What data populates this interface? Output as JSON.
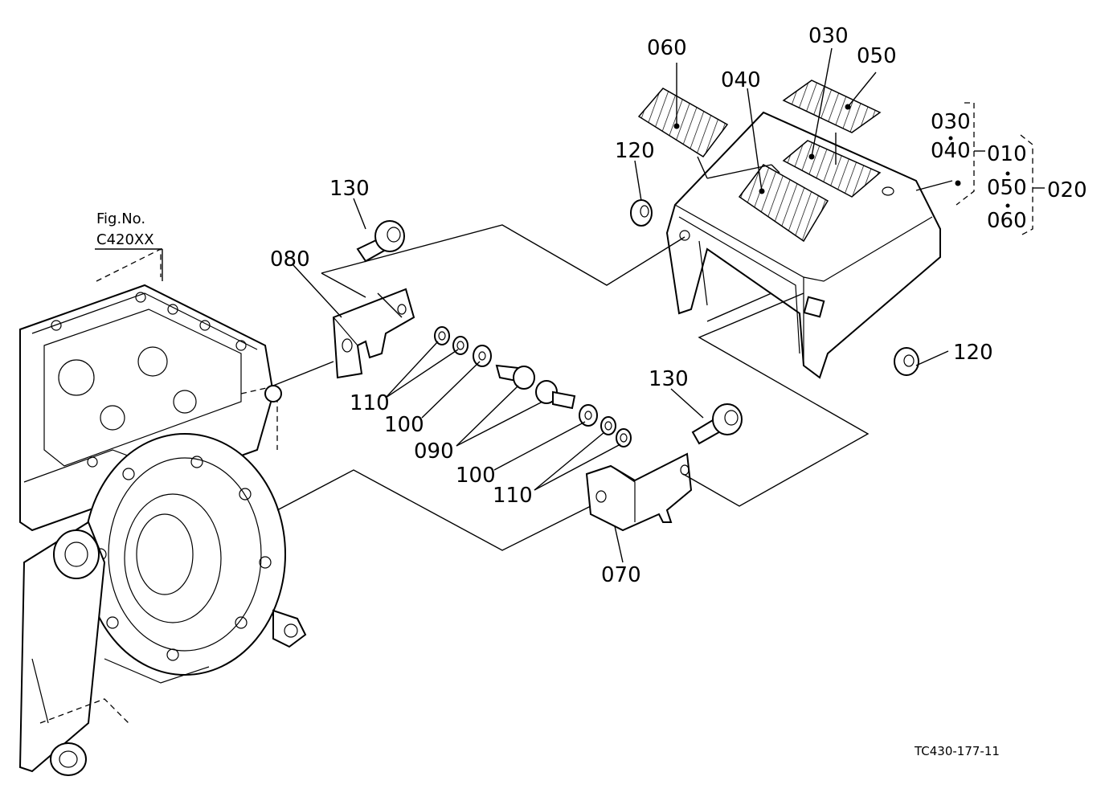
{
  "figure": {
    "fig_label": "Fig.No.",
    "fig_code": "C420XX",
    "reference_code": "TC430-177-11"
  },
  "callouts": {
    "p030_top": "030",
    "p040_top": "040",
    "p050_top": "050",
    "p060_top": "060",
    "p120_left": "120",
    "p120_right": "120",
    "p130_left": "130",
    "p130_right": "130",
    "p080": "080",
    "p070": "070",
    "p110_left": "110",
    "p110_right": "110",
    "p100_left": "100",
    "p100_right": "100",
    "p090": "090"
  },
  "assembly_tree": {
    "group_010_children": [
      "030",
      "040"
    ],
    "group_010": "010",
    "group_020_children": [
      "050",
      "060"
    ],
    "group_020": "020"
  }
}
